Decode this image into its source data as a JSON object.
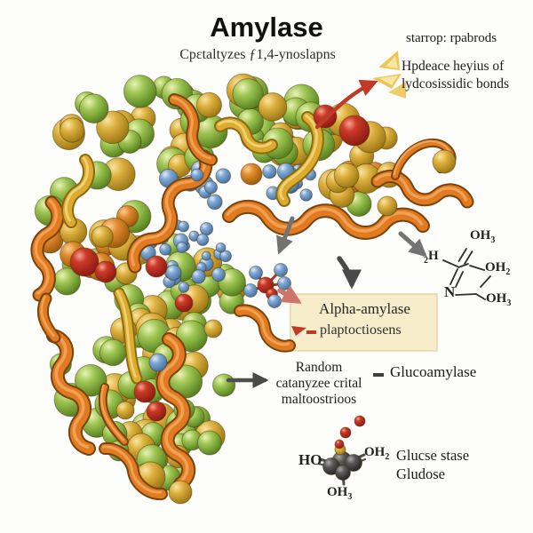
{
  "header": {
    "title": "Amylase",
    "subtitle": "Cpεtaltyzes ƒ1,4-ynoslapns"
  },
  "notes": {
    "starch": "starrop: rpabrods",
    "hydrolysis_line1": "Hpdeace heyius of",
    "hydrolysis_line2": "lydcosissidic bonds"
  },
  "alpha_box": {
    "title": "Alpha-amylase",
    "subtitle": "plaptoctiosens"
  },
  "random_note": {
    "line1": "Random",
    "line2": "catanyzee crital",
    "line3": "maltoostrioos"
  },
  "glucoamylase_label": "Glucoamylase",
  "glucose_note": {
    "line1": "Glucse stase",
    "line2": "Gludose"
  },
  "chem_right": {
    "oh_top_base": "OH",
    "oh_top_sub": "3",
    "h_sub": "2",
    "h_base": "H",
    "oh_mid_base": "OH",
    "oh_mid_sub": "2",
    "n_label": "N",
    "oh_bottom_base": "OH",
    "oh_bottom_sub": "3"
  },
  "chem_bottom": {
    "ho": "HO",
    "oh_right_base": "OH",
    "oh_right_sub": "2",
    "oh_bottom_base": "OH",
    "oh_bottom_sub": "3"
  },
  "colors": {
    "background": "#fdfdfb",
    "title_text": "#111111",
    "body_text": "#1c1c1c",
    "box_bg": "#f7edcb",
    "box_border": "#e6d6a4",
    "red_dash": "#bf3a28",
    "gray_dash": "#3f3f3f",
    "arrow_gray": "#4a4a4a",
    "arrow_red": "#bf3a28",
    "arrow_pink": "#cf7468",
    "burst_yellow": "#efc557",
    "sphere_green": "#9fc653",
    "sphere_gold": "#ddb13f",
    "sphere_blue": "#7fa8d4",
    "sphere_red": "#cd3a28",
    "helix_orange": "#e07b22",
    "ribbon_gold": "#dcab2f"
  }
}
